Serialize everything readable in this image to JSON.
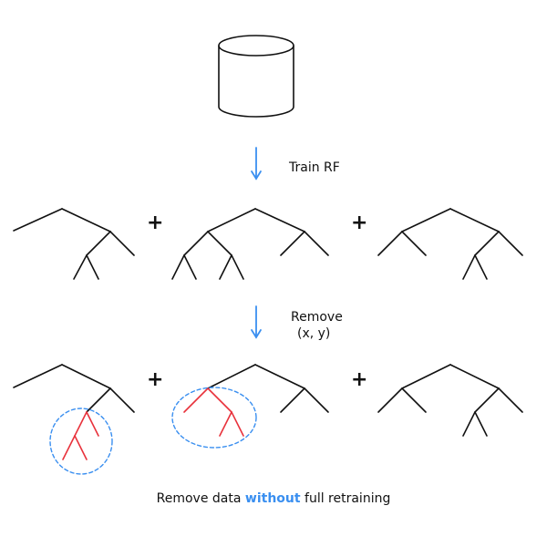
{
  "steps": {
    "train": "Train RF",
    "remove_line1": "Remove",
    "remove_line2": "(x, y)"
  },
  "operator": "+",
  "caption": {
    "before": "Remove data ",
    "highlight": "without",
    "after": " full retraining"
  },
  "colors": {
    "stroke": "#111111",
    "arrow": "#3a8ff0",
    "removed_branch": "#e8323c",
    "highlight_ring": "#3a8ff0",
    "highlight_text": "#3a8ff0"
  },
  "icons": {
    "dataset": "database-cylinder-icon",
    "step_arrow": "down-arrow-icon"
  }
}
